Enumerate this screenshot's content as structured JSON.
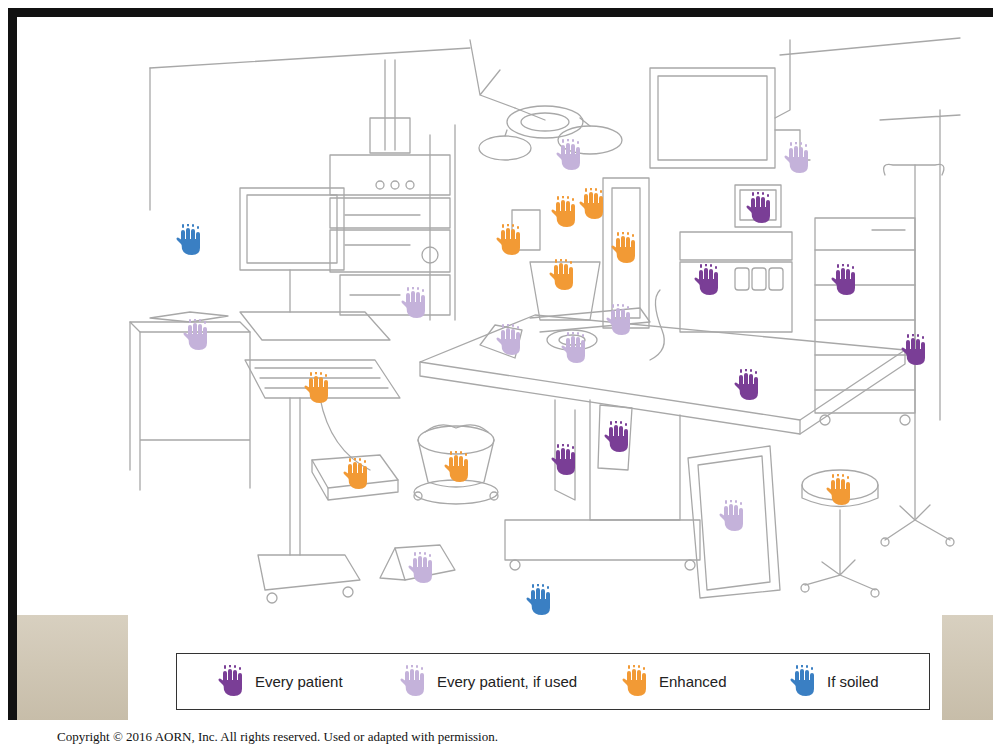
{
  "diagram": {
    "labels": [
      "Copyright © 2016 AORN, Inc. All rights reserved. Used or adapted with permission."
    ],
    "legend": [
      {
        "text": "Every patient",
        "color": "#7a3e96"
      },
      {
        "text": "Every patient, if used",
        "color": "#c4b2da"
      },
      {
        "text": "Enhanced",
        "color": "#f29a35"
      },
      {
        "text": "If soiled",
        "color": "#3a7fc3"
      }
    ]
  }
}
